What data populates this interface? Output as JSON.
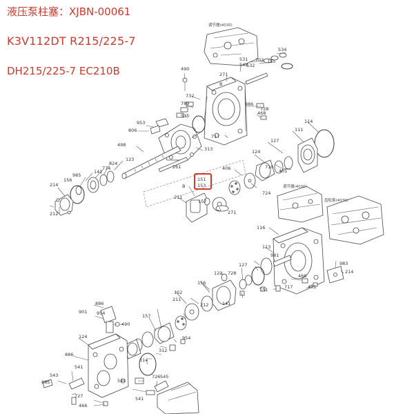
{
  "header": {
    "line1": "液压泵柱塞：XJBN-00061",
    "line2": "K3V112DT R215/225-7",
    "line3": "DH215/225-7 EC210B"
  },
  "colors": {
    "header_text": "#d4362a",
    "highlight_box": "#d4362a",
    "drawing": "#444444"
  },
  "captions": {
    "regulator_top": "调节器(4030)",
    "regulator_mid": "调节器(4030)",
    "gear_pump": "齿轮泵(4030)"
  },
  "highlight": {
    "upper": "151",
    "lower": "153"
  },
  "labels": [
    "534",
    "755",
    "702",
    "532",
    "531",
    "548",
    "490",
    "271",
    "B",
    "732",
    "789",
    "535",
    "886",
    "728",
    "468",
    "953",
    "806",
    "717",
    "114",
    "111",
    "498",
    "313",
    "124",
    "127",
    "123",
    "824",
    "774",
    "141",
    "985",
    "710",
    "401",
    "156",
    "261",
    "406",
    "214",
    "212",
    "B",
    "211",
    "157",
    "271",
    "724",
    "116",
    "113",
    "981",
    "983",
    "214",
    "123",
    "127",
    "728",
    "468",
    "401",
    "717",
    "151",
    "152",
    "211",
    "212",
    "156",
    "141",
    "157",
    "954",
    "886",
    "954",
    "901",
    "490",
    "124",
    "314",
    "312",
    "886",
    "541",
    "545",
    "543",
    "544",
    "885",
    "727",
    "726",
    "541",
    "466"
  ]
}
